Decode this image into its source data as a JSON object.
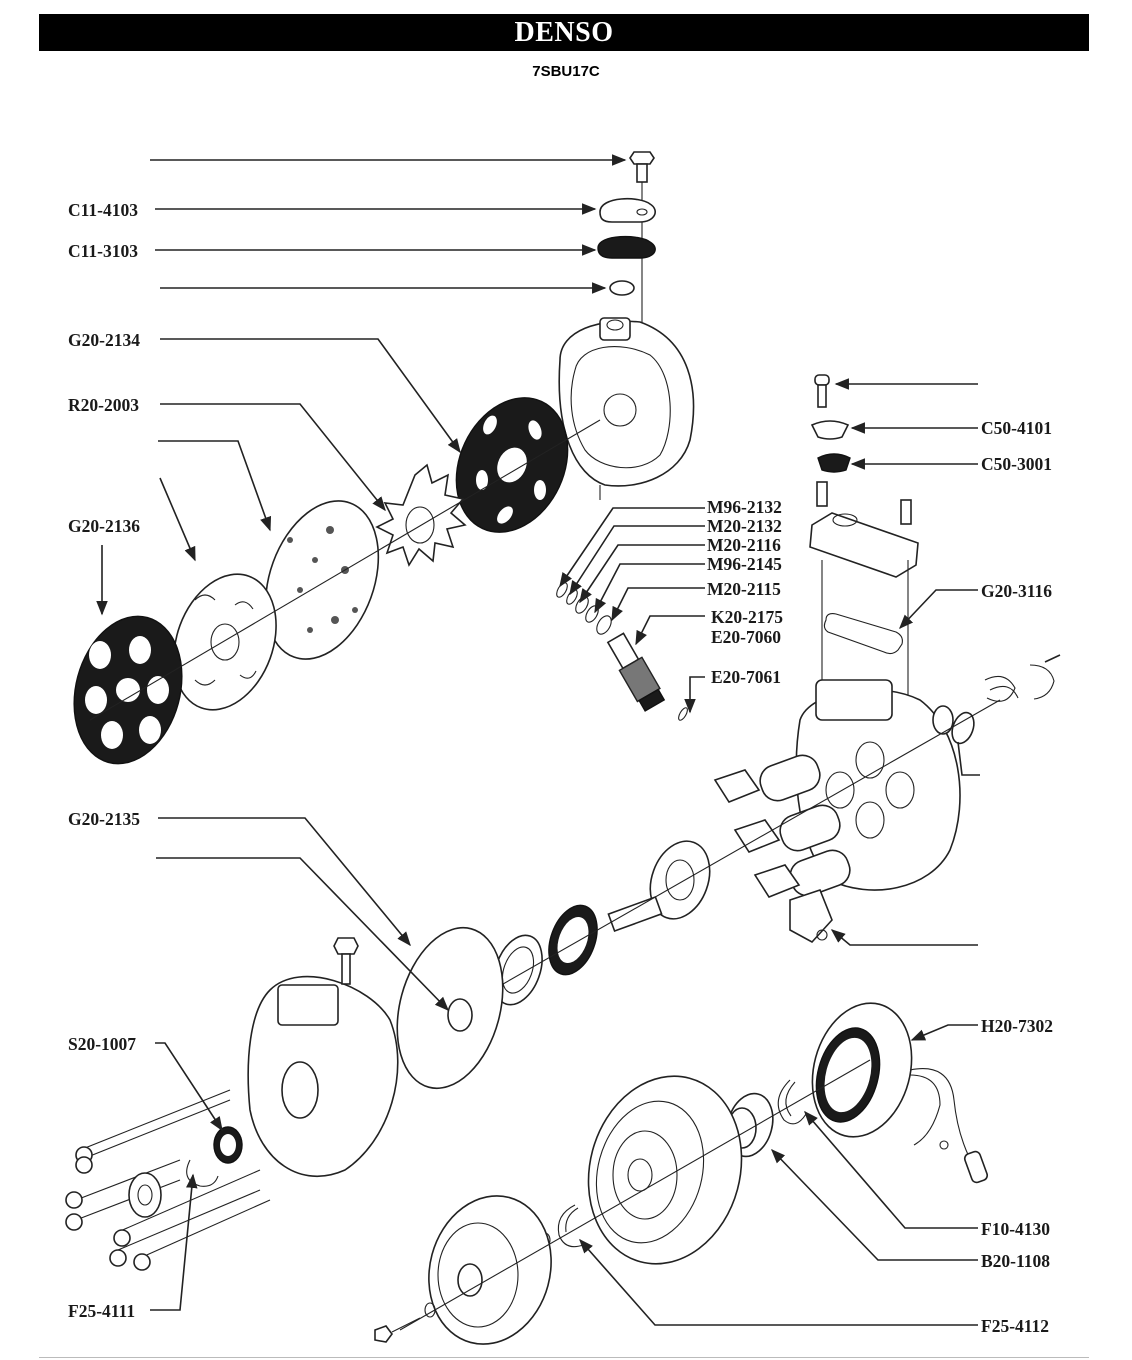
{
  "header": {
    "brand": "DENSO",
    "model": "7SBU17C"
  },
  "parts": {
    "c11_4103": "C11-4103",
    "c11_3103": "C11-3103",
    "g20_2134": "G20-2134",
    "r20_2003": "R20-2003",
    "g20_2136": "G20-2136",
    "m96_2132": "M96-2132",
    "m20_2132": "M20-2132",
    "m20_2116": "M20-2116",
    "m96_2145": "M96-2145",
    "m20_2115": "M20-2115",
    "k20_2175": "K20-2175",
    "e20_7060": "E20-7060",
    "e20_7061": "E20-7061",
    "c50_4101": "C50-4101",
    "c50_3001": "C50-3001",
    "g20_3116": "G20-3116",
    "g20_2135": "G20-2135",
    "s20_1007": "S20-1007",
    "f25_4111": "F25-4111",
    "h20_7302": "H20-7302",
    "f10_4130": "F10-4130",
    "b20_1108": "B20-1108",
    "f25_4112": "F25-4112"
  }
}
